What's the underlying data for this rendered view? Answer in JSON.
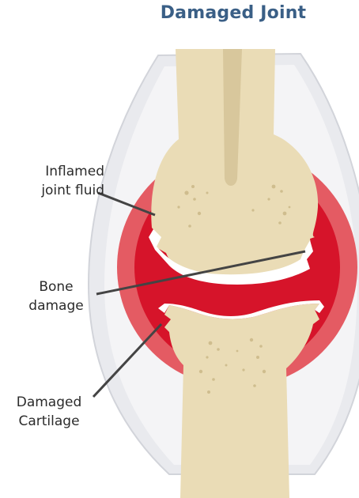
{
  "title": "Damaged Joint",
  "labels": {
    "inflamed_fluid": [
      "Inflamed",
      "joint fluid"
    ],
    "bone_damage": [
      "Bone",
      "damage"
    ],
    "damaged_cartilage": [
      "Damaged",
      "Cartilage"
    ]
  },
  "colors": {
    "title": "#3a5f86",
    "bone": "#eadcb6",
    "bone_shadow": "#d8c79c",
    "inflamed_outer": "#e45b63",
    "inflamed_inner": "#d6142a",
    "capsule": "#e9eaee",
    "leader_line": "#444444"
  },
  "icons": [
    "joint-anatomy-illustration"
  ]
}
